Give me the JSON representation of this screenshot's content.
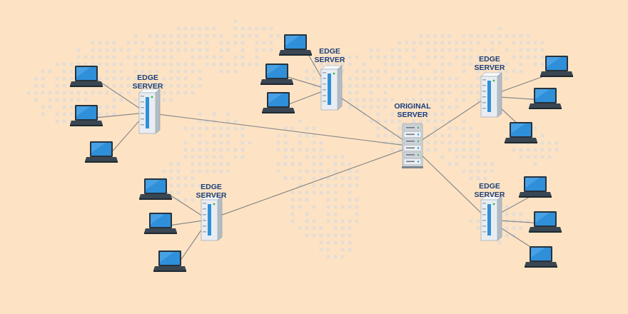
{
  "labels": {
    "edge_server": "EDGE\nSERVER",
    "original_server": "ORIGINAL\nSERVER"
  },
  "colors": {
    "background": "#fde3c4",
    "map_dots": "#e6ddd3",
    "link": "#8a8a8a",
    "label": "#1b3f7a",
    "screen": "#2f8fd9",
    "server_body": "#e9edf1",
    "server_accent": "#2f8fd9"
  },
  "icons": [
    "laptop-icon",
    "edge-server-icon",
    "original-server-icon"
  ],
  "topology": {
    "origin": "original-server",
    "edges": [
      {
        "id": "edge-west",
        "laptops": 3
      },
      {
        "id": "edge-north",
        "laptops": 3
      },
      {
        "id": "edge-northeast",
        "laptops": 3
      },
      {
        "id": "edge-southwest",
        "laptops": 3
      },
      {
        "id": "edge-southeast",
        "laptops": 3
      }
    ]
  }
}
